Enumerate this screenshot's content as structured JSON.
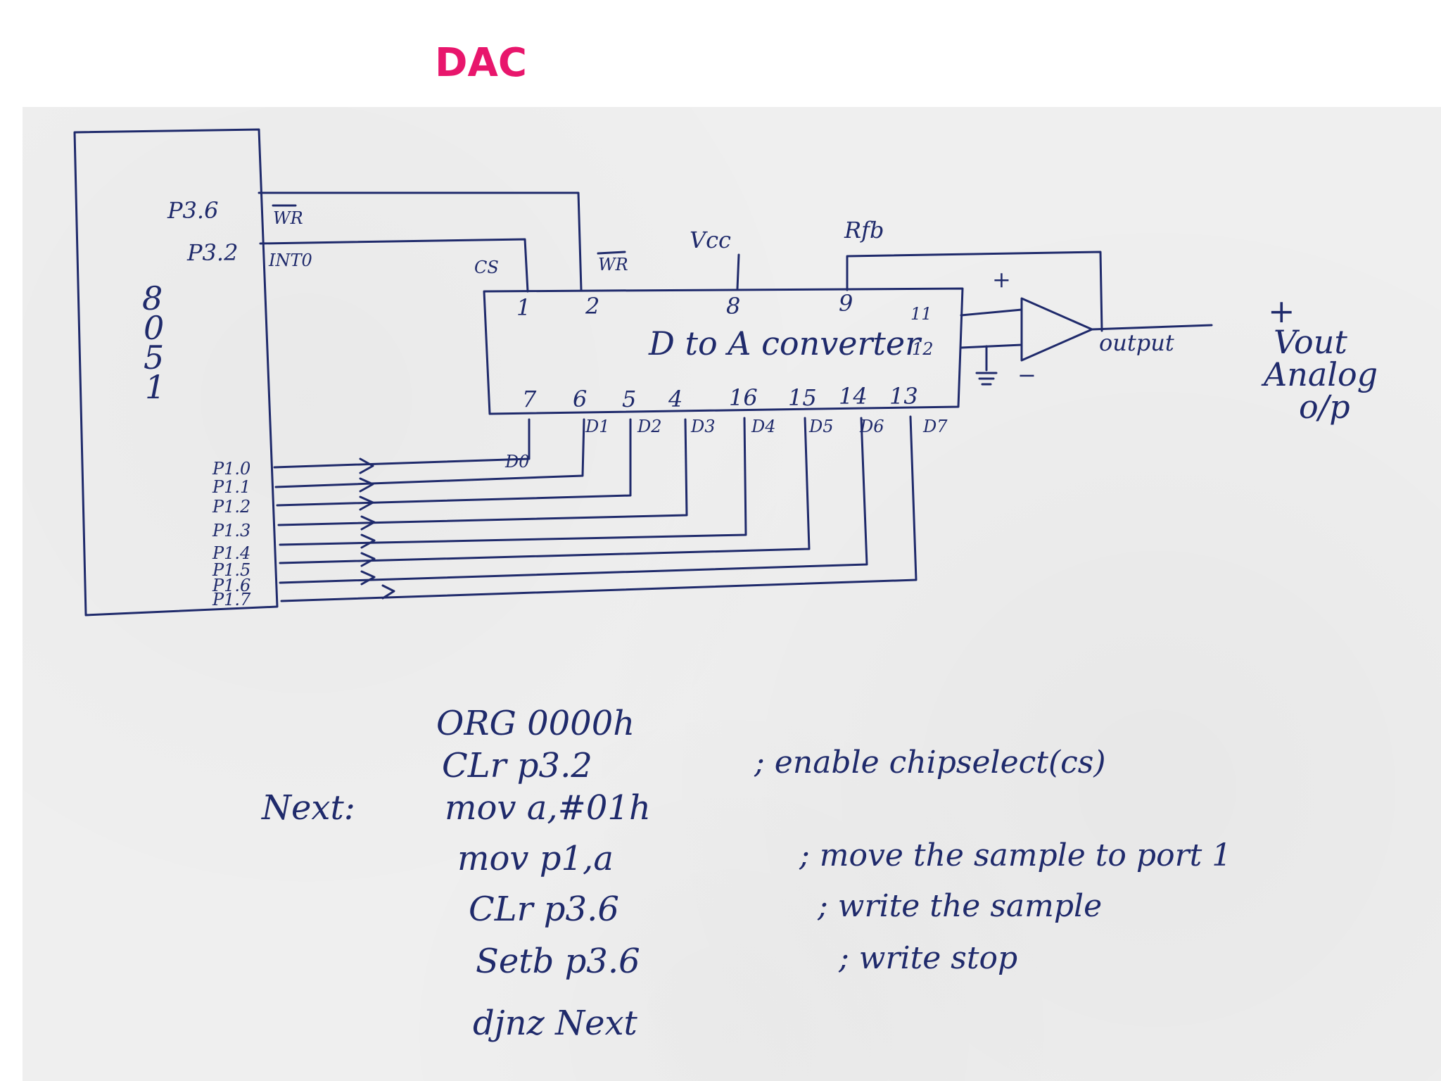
{
  "title": "DAC",
  "colors": {
    "title": "#e8166c",
    "ink": "#1f2a6b",
    "paper": "#efefef"
  },
  "diagram": {
    "mcu": {
      "name_chars": [
        "8",
        "0",
        "5",
        "1"
      ]
    },
    "control_pins": [
      {
        "pin": "P3.6",
        "signal": "WR"
      },
      {
        "pin": "P3.2",
        "signal": "INT0"
      }
    ],
    "port_pins": [
      "P1.0",
      "P1.1",
      "P1.2",
      "P1.3",
      "P1.4",
      "P1.5",
      "P1.6",
      "P1.7"
    ],
    "dac": {
      "label": "D to A converter",
      "cs_label": "CS",
      "wr_label": "WR",
      "vcc_label": "Vcc",
      "rfb_label": "Rfb",
      "top_pins": [
        "1",
        "2",
        "8",
        "9"
      ],
      "right_pins": [
        "11",
        "12"
      ],
      "bottom_pins": [
        "7",
        "6",
        "5",
        "4",
        "16",
        "15",
        "14",
        "13"
      ],
      "data_labels": [
        "D0",
        "D1",
        "D2",
        "D3",
        "D4",
        "D5",
        "D6",
        "D7"
      ]
    },
    "opamp": {
      "plus": "+",
      "minus": "−",
      "output_label": "output"
    },
    "vout": {
      "sign": "+",
      "label": "Vout",
      "line1": "Analog",
      "line2": "o/p"
    }
  },
  "code": {
    "label": "Next:",
    "lines": [
      {
        "instr": "ORG 0000h",
        "comment": ""
      },
      {
        "instr": "CLr p3.2",
        "comment": "; enable chipselect(cs)"
      },
      {
        "instr": "mov a,#01h",
        "comment": ""
      },
      {
        "instr": "mov p1,a",
        "comment": "; move the sample to port 1"
      },
      {
        "instr": "CLr p3.6",
        "comment": "; write the sample"
      },
      {
        "instr": "Setb p3.6",
        "comment": "; write stop"
      },
      {
        "instr": "djnz Next",
        "comment": ""
      }
    ]
  }
}
